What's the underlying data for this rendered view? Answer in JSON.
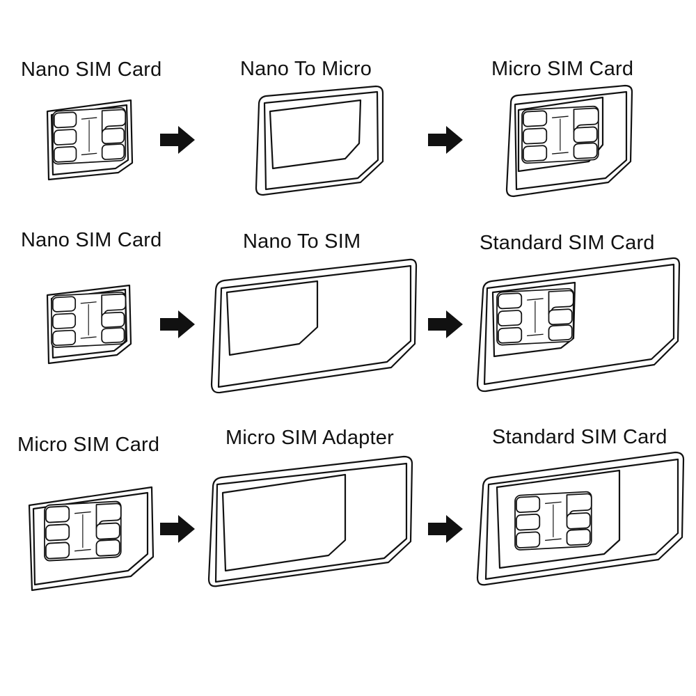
{
  "rows": [
    {
      "items": [
        {
          "label": "Nano SIM Card"
        },
        {
          "label": "Nano To Micro"
        },
        {
          "label": "Micro SIM Card"
        }
      ]
    },
    {
      "items": [
        {
          "label": "Nano SIM Card"
        },
        {
          "label": "Nano To SIM"
        },
        {
          "label": "Standard SIM Card"
        }
      ]
    },
    {
      "items": [
        {
          "label": "Micro SIM Card"
        },
        {
          "label": "Micro SIM Adapter"
        },
        {
          "label": "Standard SIM Card"
        }
      ]
    }
  ],
  "colors": {
    "line": "#111111",
    "background": "#ffffff"
  },
  "icons": [
    "arrow-right-icon",
    "sim-card-icon",
    "sim-adapter-icon",
    "sim-chip-icon"
  ]
}
